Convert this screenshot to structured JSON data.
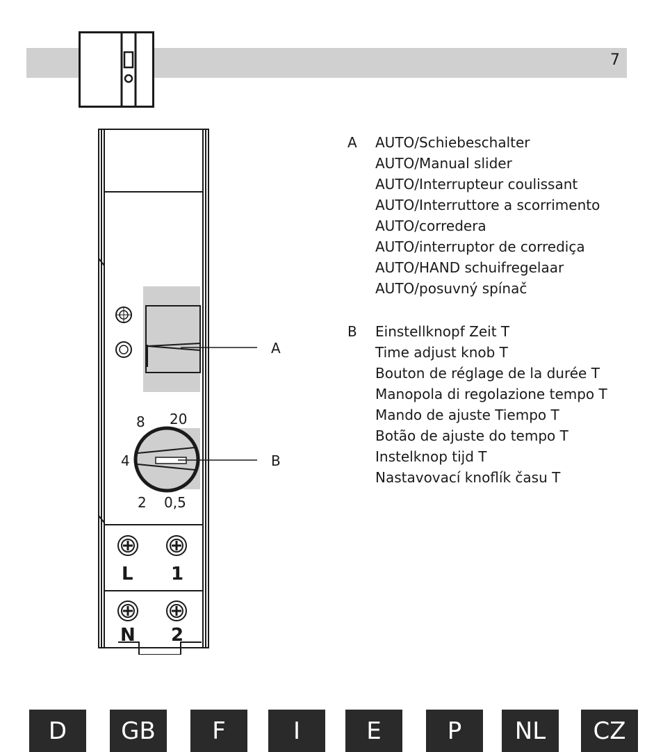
{
  "header": {
    "page_number": "7"
  },
  "diagram": {
    "callout_a": "A",
    "callout_b": "B",
    "dial_labels": {
      "d8": "8",
      "d20": "20",
      "d4": "4",
      "d2": "2",
      "d05": "0,5"
    },
    "terminals": {
      "L": "L",
      "t1": "1",
      "N": "N",
      "t2": "2"
    }
  },
  "legend": [
    {
      "letter": "A",
      "lines": [
        "AUTO/Schiebeschalter",
        "AUTO/Manual slider",
        "AUTO/Interrupteur coulissant",
        "AUTO/Interruttore a scorrimento",
        "AUTO/corredera",
        "AUTO/interruptor de corrediça",
        "AUTO/HAND schuifregelaar",
        "AUTO/posuvný spínač"
      ]
    },
    {
      "letter": "B",
      "lines": [
        "Einstellknopf Zeit T",
        "Time adjust knob T",
        "Bouton de réglage de la durée T",
        "Manopola di regolazione tempo T",
        "Mando de ajuste Tiempo T",
        "Botão de ajuste do tempo T",
        "Instelknop tijd T",
        "Nastavovací knoflík času T"
      ]
    }
  ],
  "language_tabs": [
    "D",
    "GB",
    "F",
    "I",
    "E",
    "P",
    "NL",
    "CZ"
  ]
}
